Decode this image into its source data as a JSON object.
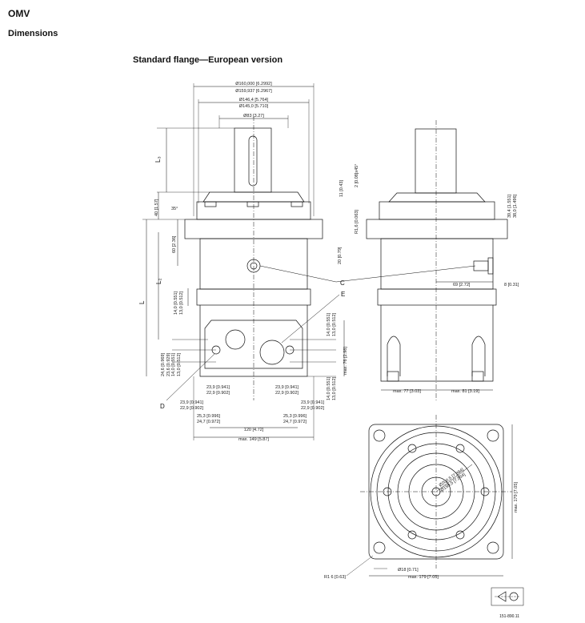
{
  "header": {
    "product": "OMV",
    "section": "Dimensions",
    "subtitle": "Standard flange—European version"
  },
  "dimensions": {
    "flange_od": "Ø160,000 [6.2992]",
    "flange_od2": "Ø159,937 [6.2967]",
    "bolt_circle1": "Ø146,4 [5.764]",
    "bolt_circle2": "Ø145,0 [5.710]",
    "shaft_dia": "Ø83 [3.27]",
    "l3": "L₃",
    "l2": "L₂",
    "l": "L",
    "d40": "40 [1.57]",
    "angle": "35°",
    "d60": "60 [2.36]",
    "d140a": "14,0 [0.551]",
    "d130a": "13,0 [0.512]",
    "d140b": "14,0 [0.551]",
    "d130b": "13,0 [0.512]",
    "d76": "max. 76 [2.98]",
    "d140c": "14,0 [0.551]",
    "d130c": "13,0 [0.512]",
    "d244": "24,6 [0.969]",
    "d234": "23,6 [0.929]",
    "d140d": "14,0 [0.551]",
    "d130d": "13,0 [0.512]",
    "d20": "20 [0.79]",
    "d11": "11 [0.43]",
    "d2x45": "2 [0.08]x45°",
    "r16": "R1,6 [0.063]",
    "d395": "39,4 [1.551]",
    "d380": "38,0 [1.496]",
    "d69": "69 [2.72]",
    "d8": "8 [0.31]",
    "d239a": "23,9 [0.941]",
    "d229a": "22,9 [0.902]",
    "d239b": "23,9 [0.941]",
    "d229b": "22,9 [0.902]",
    "d239c": "23,9 [0.941]",
    "d229c": "22,9 [0.902]",
    "d239d": "23,9 [0.941]",
    "d229d": "22,9 [0.902]",
    "d253a": "25,3 [0.996]",
    "d247a": "24,7 [0.972]",
    "d253b": "25,3 [0.996]",
    "d247b": "24,7 [0.972]",
    "d120": "120 [4.72]",
    "d149": "max. 149 [5.87]",
    "d77": "max. 77 [3.03]",
    "d81": "max. 81 [3.19]",
    "bolt_dia1": "Ø200,5 [7.894]",
    "bolt_dia2": "Ø199,5 [7.854]",
    "d179v": "max. 179 [7.05]",
    "d179h": "max. 179 [7.05]",
    "r16b": "R1 6 [0.63]",
    "hole18": "Ø18 [0.71]",
    "callout_c": "C",
    "callout_e": "E",
    "callout_d": "D",
    "figure_id": "151-890.11"
  }
}
